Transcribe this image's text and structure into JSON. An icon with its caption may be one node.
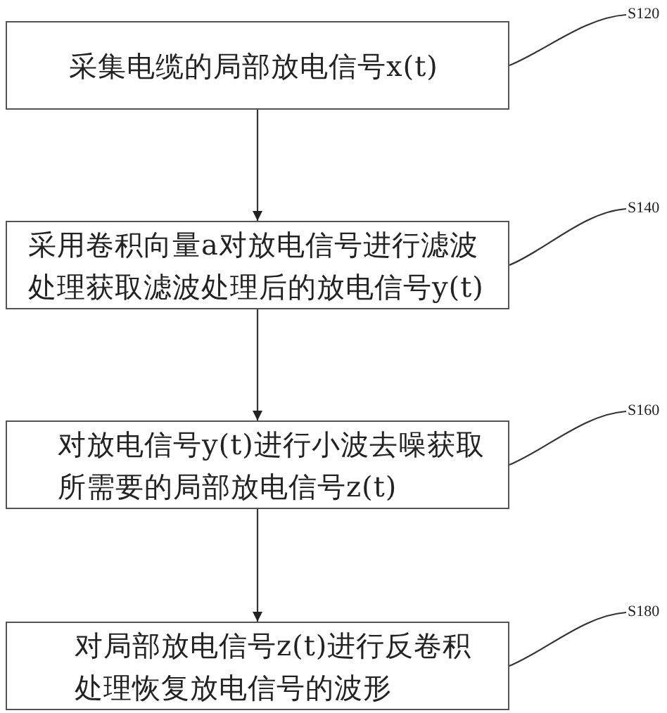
{
  "diagram": {
    "nodes": [
      {
        "text": [
          "采集电缆的局部放电信号x(t)"
        ]
      },
      {
        "text": [
          "采用卷积向量a对放电信号进行滤波处理获取滤波处理后的放电信号y(t)"
        ]
      },
      {
        "text": [
          "对放电信号y(t)进行小波去噪获取所需要的局部放电信号z(t)"
        ]
      },
      {
        "text": [
          "对局部放电信号z(t)进行反卷积处理恢复放电信号的波形"
        ]
      },
      {
        "text": [
          "S120"
        ]
      },
      {
        "text": [
          "S140"
        ]
      },
      {
        "text": [
          "S160"
        ]
      },
      {
        "text": [
          "S180"
        ]
      }
    ],
    "edges": [
      {
        "from": 0,
        "to": 1,
        "arrow": "to"
      },
      {
        "from": 1,
        "to": 2,
        "arrow": "to"
      },
      {
        "from": 2,
        "to": 3,
        "arrow": "to"
      },
      {
        "from": 4,
        "to": 0,
        "arrow": "none"
      },
      {
        "from": 5,
        "to": 1,
        "arrow": "none"
      },
      {
        "from": 6,
        "to": 2,
        "arrow": "none"
      },
      {
        "from": 7,
        "to": 3,
        "arrow": "none"
      }
    ]
  }
}
